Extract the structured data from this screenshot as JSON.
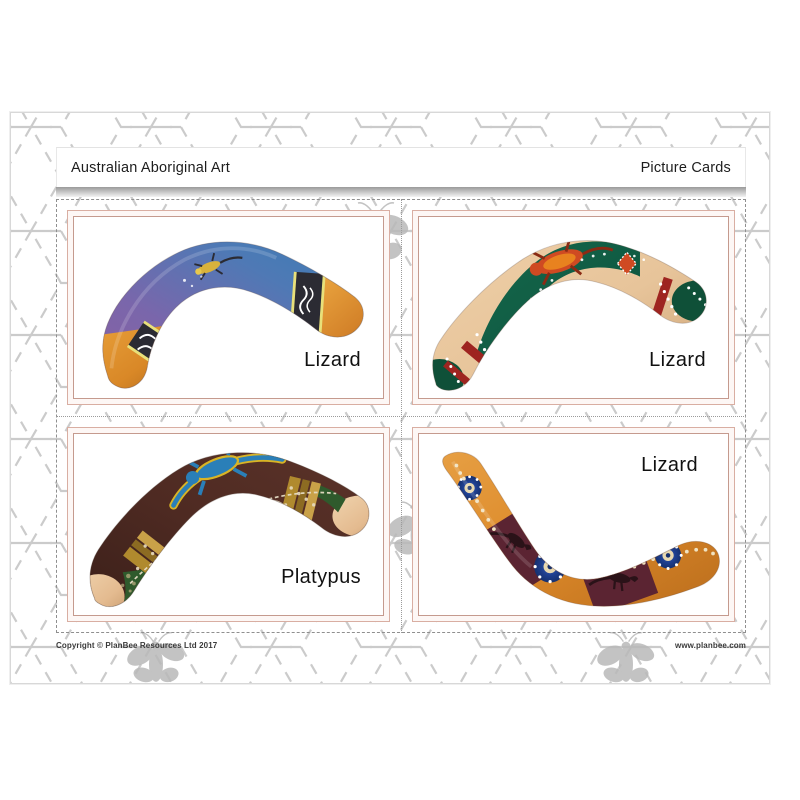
{
  "document": {
    "header": {
      "title": "Australian Aboriginal Art",
      "subtitle": "Picture Cards"
    },
    "footer": {
      "copyright": "Copyright © PlanBee Resources Ltd 2017",
      "website": "www.planbee.com"
    }
  },
  "cards": [
    {
      "label": "Lizard",
      "label_position": "bottom-right",
      "image": {
        "name": "aboriginal-painted-boomerang-purple-blue",
        "description": "Boomerang with purple to blue gradient centre, orange-tan tips, dark bands with white squiggle motifs and a small painted lizard figure",
        "colors": {
          "tip": "#d98827",
          "tip_shadow": "#b06a18",
          "body_start": "#8d5f9e",
          "body_mid": "#6f6fb0",
          "body_end": "#2f7fb5",
          "band": "#2b2b33",
          "band_edge": "#e8e07a",
          "motif": "#ffffff"
        }
      }
    },
    {
      "label": "Lizard",
      "label_position": "bottom-right",
      "image": {
        "name": "aboriginal-painted-boomerang-green-red",
        "description": "Boomerang with dark green painted centre featuring red and orange lizard motif with white dot work, cream timber mid-sections and dark green tips with red bands",
        "colors": {
          "tip": "#0f5038",
          "wood": "#e7c49a",
          "wood_shadow": "#cda676",
          "body": "#0f5a42",
          "band": "#9e2420",
          "motif_red": "#cf4a22",
          "motif_orange": "#e8821f",
          "dots": "#ffffff"
        }
      }
    },
    {
      "label": "Platypus",
      "label_position": "bottom-right",
      "image": {
        "name": "aboriginal-painted-boomerang-brown-blue-gecko",
        "description": "Boomerang with dark maroon brown body painted with a blue and yellow gecko, ochre dot bands, green sections and pale tan tips",
        "colors": {
          "tip": "#e4bb90",
          "body": "#4e2a22",
          "body_dark": "#3a1f19",
          "gecko_blue": "#2a7fb8",
          "gecko_yellow": "#d9b425",
          "green": "#2f5a2c",
          "dots": "#e8dcc0"
        }
      }
    },
    {
      "label": "Lizard",
      "label_position": "top-right",
      "image": {
        "name": "aboriginal-painted-boomerang-ochre-blue-rosette",
        "description": "Boomerang in orange ochre with blue concentric dot rosettes, dark maroon bands containing painted kangaroo figures",
        "colors": {
          "body": "#dd8a2a",
          "body_light": "#e8a348",
          "band_dark": "#5b2432",
          "rosette_blue": "#1f3f8f",
          "rosette_ring": "#e8d8b0",
          "dots": "#f0e2c0"
        }
      }
    }
  ],
  "decor": {
    "watermark": {
      "name": "hexagonal-dashed-grid",
      "color": "#c9c9c9"
    },
    "insects": {
      "name": "butterfly-watermark",
      "color": "#b9b9b9",
      "count": 5
    },
    "cut_guides": {
      "name": "dashed-cut-lines",
      "color": "#8f8f8f"
    },
    "card_frame": {
      "border": "#c59a8e",
      "fill": "#fdf7f5"
    }
  }
}
